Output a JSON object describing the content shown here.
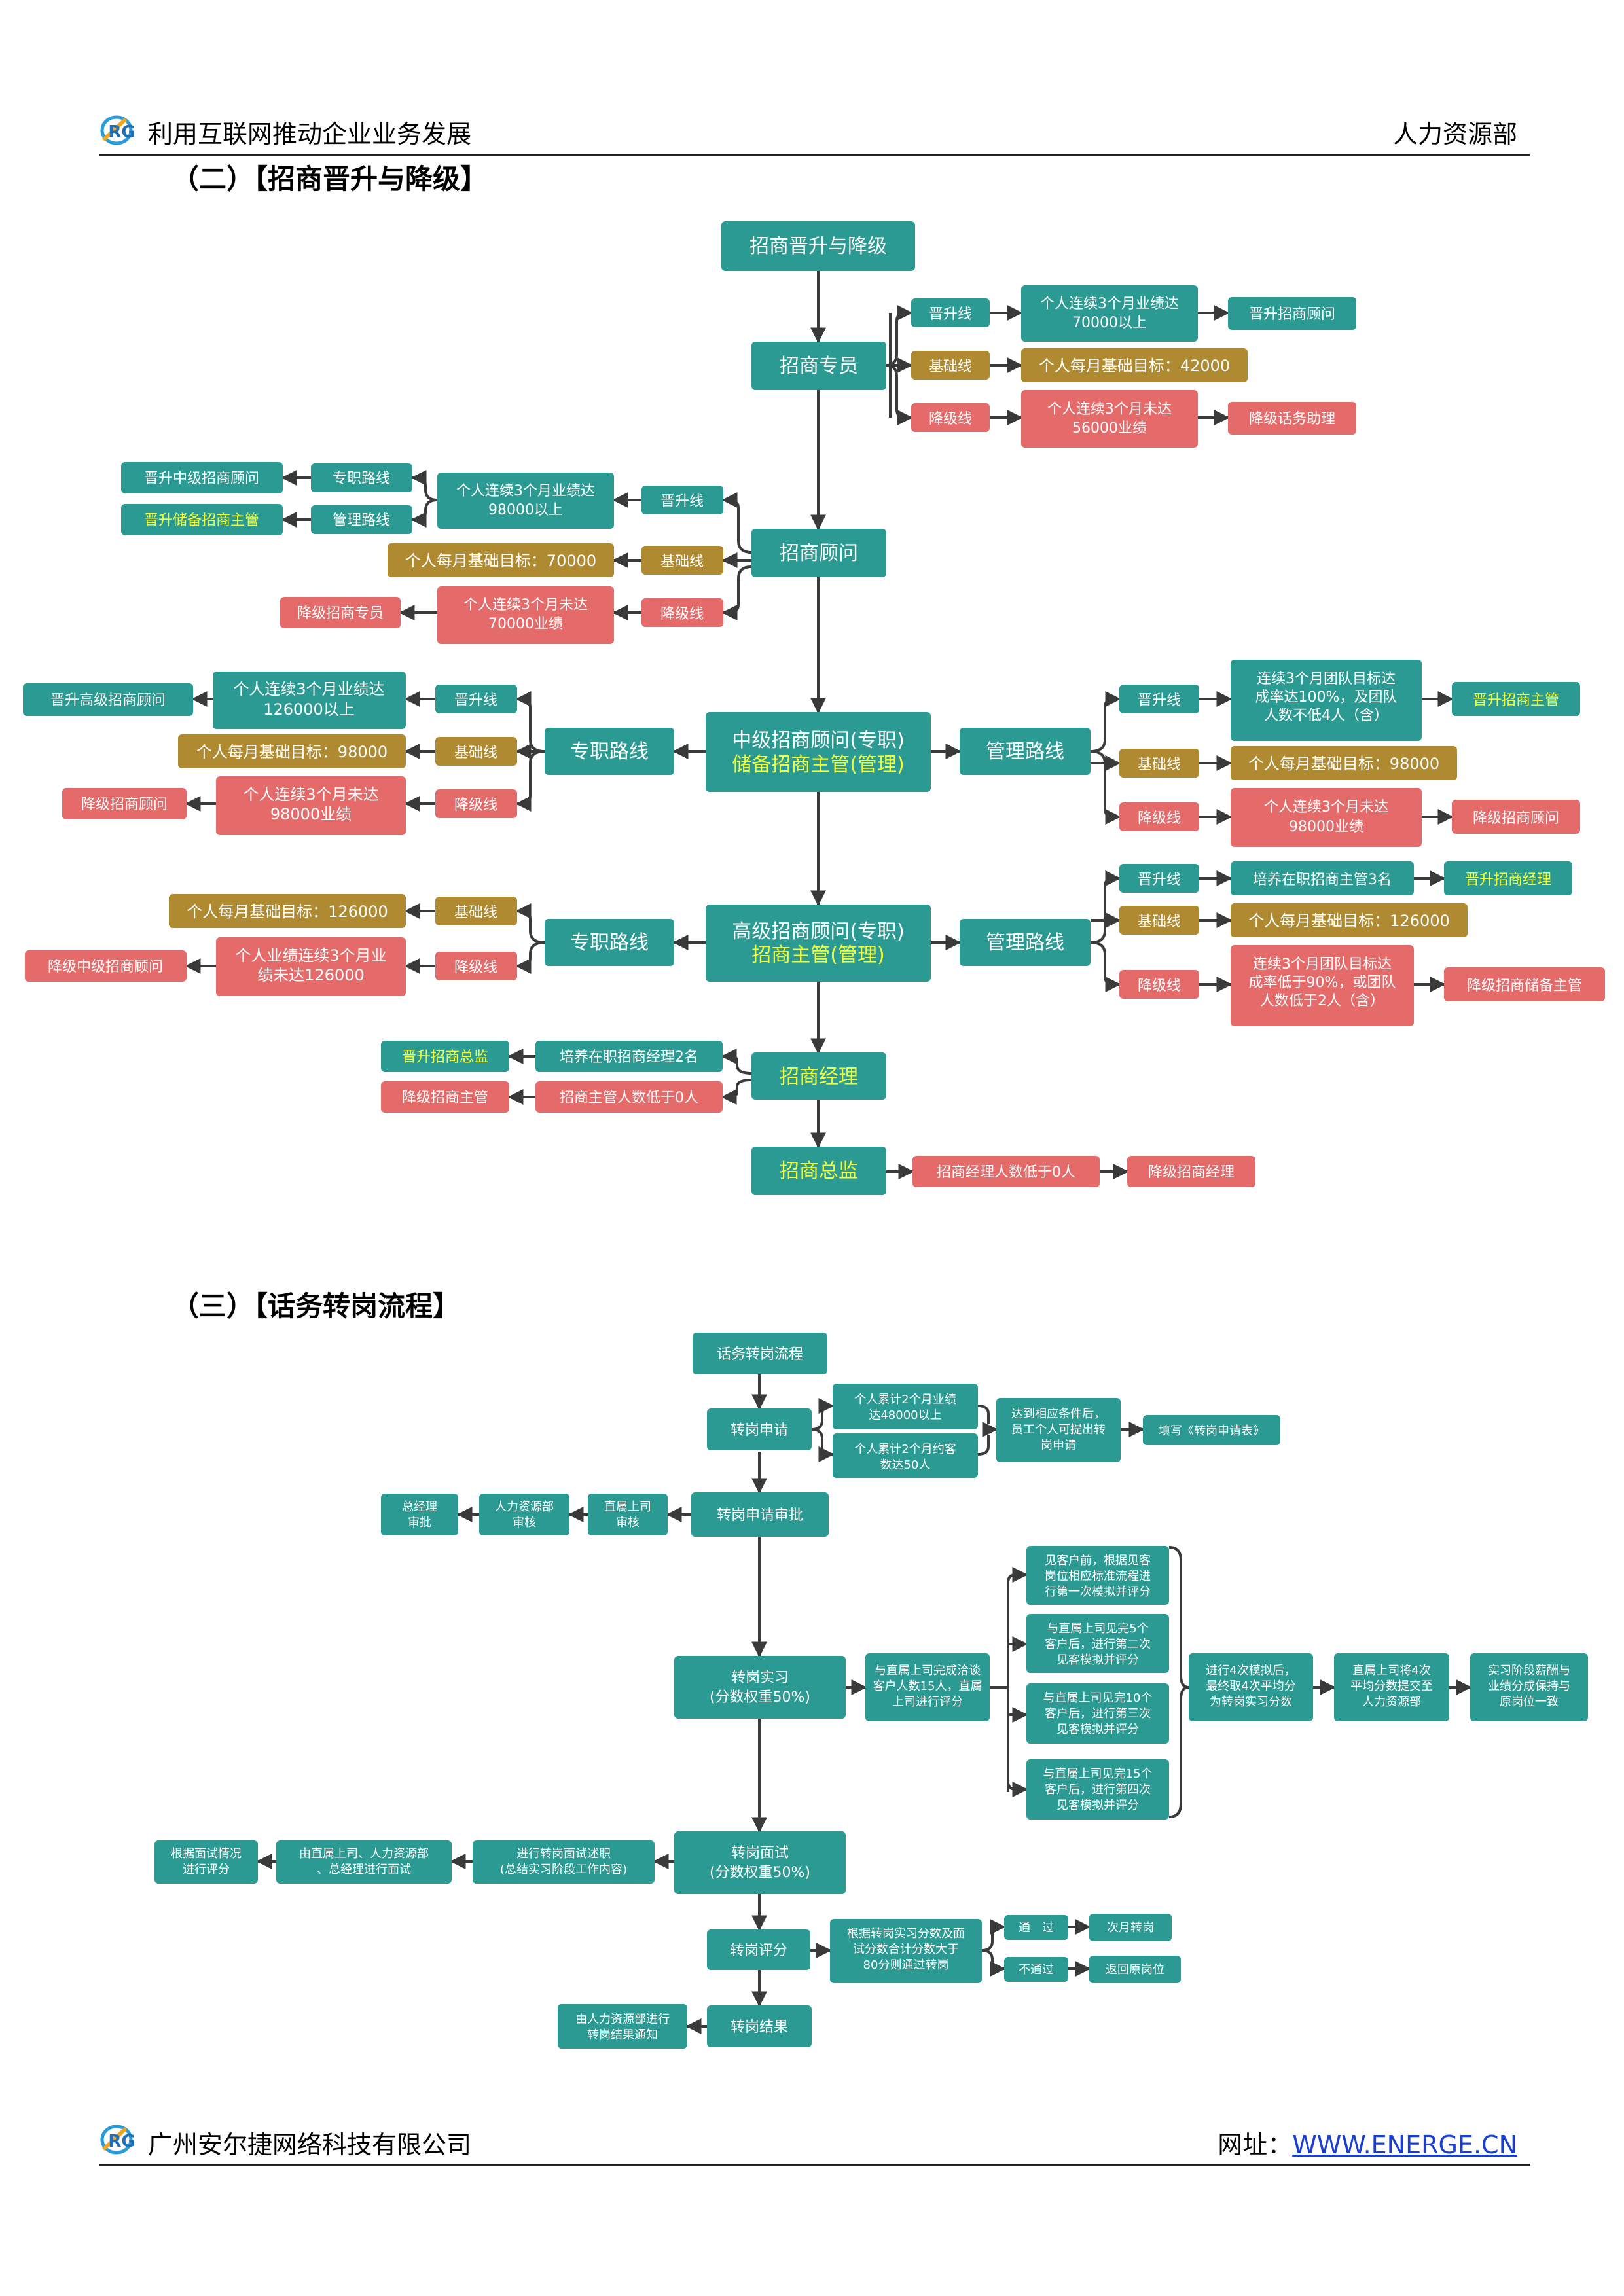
{
  "header": {
    "title": "利用互联网推动企业业务发展",
    "department": "人力资源部"
  },
  "footer": {
    "company": "广州安尔捷网络科技有限公司",
    "website_label": "网址：",
    "website": "WWW.ENERGE.CN"
  },
  "section2": {
    "heading": "（二）【招商晋升与降级】"
  },
  "section3": {
    "heading": "（三）【话务转岗流程】"
  },
  "colors": {
    "teal": "#2a9a93",
    "olive": "#b08a30",
    "red": "#e56a6a",
    "yellow_text": "#f2ff3c",
    "line": "#3a3a3a"
  },
  "promo": {
    "root": "招商晋升与降级",
    "specialist": {
      "title": "招商专员",
      "up_line": "晋升线",
      "up_cond": [
        "个人连续3个月业绩达",
        "70000以上"
      ],
      "up_result": "晋升招商顾问",
      "base_line": "基础线",
      "base_target": "个人每月基础目标：42000",
      "down_line": "降级线",
      "down_cond": [
        "个人连续3个月未达",
        "56000业绩"
      ],
      "down_result": "降级话务助理"
    },
    "consultant": {
      "title": "招商顾问",
      "up_line": "晋升线",
      "up_cond": [
        "个人连续3个月业绩达",
        "98000以上"
      ],
      "route_pro": "专职路线",
      "route_mgmt": "管理路线",
      "result_pro": "晋升中级招商顾问",
      "result_mgmt": "晋升储备招商主管",
      "base_line": "基础线",
      "base_target": "个人每月基础目标：70000",
      "down_line": "降级线",
      "down_cond": [
        "个人连续3个月未达",
        "70000业绩"
      ],
      "down_result": "降级招商专员"
    },
    "mid": {
      "title_1": "中级招商顾问(专职)",
      "title_2": "储备招商主管(管理)",
      "route_pro": "专职路线",
      "route_mgmt": "管理路线",
      "pro_up_line": "晋升线",
      "pro_up_cond": [
        "个人连续3个月业绩达",
        "126000以上"
      ],
      "pro_up_result": "晋升高级招商顾问",
      "pro_base_line": "基础线",
      "pro_base_target": "个人每月基础目标：98000",
      "pro_down_line": "降级线",
      "pro_down_cond": [
        "个人连续3个月未达",
        "98000业绩"
      ],
      "pro_down_result": "降级招商顾问",
      "mgmt_up_line": "晋升线",
      "mgmt_up_cond": [
        "连续3个月团队目标达",
        "成率达100%，及团队",
        "人数不低4人（含）"
      ],
      "mgmt_up_result": "晋升招商主管",
      "mgmt_base_line": "基础线",
      "mgmt_base_target": "个人每月基础目标：98000",
      "mgmt_down_line": "降级线",
      "mgmt_down_cond": [
        "个人连续3个月未达",
        "98000业绩"
      ],
      "mgmt_down_result": "降级招商顾问"
    },
    "senior": {
      "title_1": "高级招商顾问(专职)",
      "title_2": "招商主管(管理)",
      "route_pro": "专职路线",
      "route_mgmt": "管理路线",
      "pro_base_line": "基础线",
      "pro_base_target": "个人每月基础目标：126000",
      "pro_down_line": "降级线",
      "pro_down_cond": [
        "个人业绩连续3个月业",
        "绩未达126000"
      ],
      "pro_down_result": "降级中级招商顾问",
      "mgmt_up_line": "晋升线",
      "mgmt_up_cond": "培养在职招商主管3名",
      "mgmt_up_result": "晋升招商经理",
      "mgmt_base_line": "基础线",
      "mgmt_base_target": "个人每月基础目标：126000",
      "mgmt_down_line": "降级线",
      "mgmt_down_cond": [
        "连续3个月团队目标达",
        "成率低于90%，或团队",
        "人数低于2人（含）"
      ],
      "mgmt_down_result": "降级招商储备主管"
    },
    "manager": {
      "title": "招商经理",
      "up_cond": "培养在职招商经理2名",
      "up_result": "晋升招商总监",
      "down_cond": "招商主管人数低于0人",
      "down_result": "降级招商主管"
    },
    "director": {
      "title": "招商总监",
      "down_cond": "招商经理人数低于0人",
      "down_result": "降级招商经理"
    }
  },
  "transfer": {
    "root": "话务转岗流程",
    "apply": "转岗申请",
    "cond_1": [
      "个人累计2个月业绩",
      "达48000以上"
    ],
    "cond_2": [
      "个人累计2个月约客",
      "数达50人"
    ],
    "apply_note": [
      "达到相应条件后，",
      "员工个人可提出转",
      "岗申请"
    ],
    "apply_form": "填写《转岗申请表》",
    "review": "转岗申请审批",
    "review_1": [
      "直属上司",
      "审核"
    ],
    "review_2": [
      "人力资源部",
      "审核"
    ],
    "review_3": [
      "总经理",
      "审批"
    ],
    "intern": [
      "转岗实习",
      "(分数权重50%)"
    ],
    "intern_desc": [
      "与直属上司完成洽谈",
      "客户人数15人，直属",
      "上司进行评分"
    ],
    "sim_1": [
      "见客户前，根据见客",
      "岗位相应标准流程进",
      "行第一次模拟并评分"
    ],
    "sim_2": [
      "与直属上司见完5个",
      "客户后，进行第二次",
      "见客模拟并评分"
    ],
    "sim_3": [
      "与直属上司见完10个",
      "客户后，进行第三次",
      "见客模拟并评分"
    ],
    "sim_4": [
      "与直属上司见完15个",
      "客户后，进行第四次",
      "见客模拟并评分"
    ],
    "sim_summary": [
      "进行4次模拟后，",
      "最终取4次平均分",
      "为转岗实习分数"
    ],
    "sim_submit": [
      "直属上司将4次",
      "平均分数提交至",
      "人力资源部"
    ],
    "sim_salary": [
      "实习阶段薪酬与",
      "业绩分成保持与",
      "原岗位一致"
    ],
    "interview": [
      "转岗面试",
      "(分数权重50%)"
    ],
    "interview_1": [
      "进行转岗面试述职",
      "(总结实习阶段工作内容)"
    ],
    "interview_2": [
      "由直属上司、人力资源部",
      "、总经理进行面试"
    ],
    "interview_3": [
      "根据面试情况",
      "进行评分"
    ],
    "score": "转岗评分",
    "score_rule": [
      "根据转岗实习分数及面",
      "试分数合计分数大于",
      "80分则通过转岗"
    ],
    "pass": "通　过",
    "pass_result": "次月转岗",
    "fail": "不通过",
    "fail_result": "返回原岗位",
    "result": "转岗结果",
    "result_notice": [
      "由人力资源部进行",
      "转岗结果通知"
    ]
  }
}
